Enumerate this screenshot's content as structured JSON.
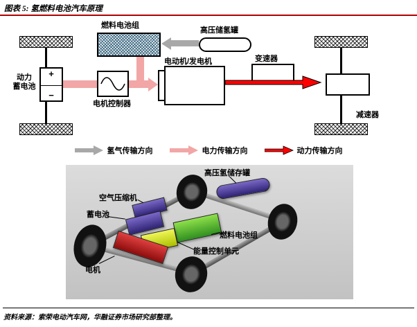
{
  "figure": {
    "title": "图表 5: 氢燃料电池汽车原理",
    "source": "资料来源：索荣电动汽车网，华融证券市场研究部整理。"
  },
  "schematic": {
    "labels": {
      "power_battery_line1": "动力",
      "power_battery_line2": "蓄电池",
      "battery_plus": "+",
      "battery_minus": "−",
      "fuel_cell_stack": "燃料电池组",
      "hydrogen_tank": "高压储氢罐",
      "motor_controller": "电机控制器",
      "motor_generator": "电动机/发电机",
      "transmission": "变速器",
      "reducer": "减速器"
    }
  },
  "legend": {
    "items": [
      {
        "label": "氢气传输方向",
        "color": "#a8a8a8"
      },
      {
        "label": "电力传输方向",
        "color": "#f2a6a6"
      },
      {
        "label": "动力传输方向",
        "color": "#ff0000"
      }
    ]
  },
  "illustration": {
    "labels": {
      "hydrogen_tank": "高压氢储存罐",
      "air_compressor": "空气压缩机",
      "battery": "蓄电池",
      "fuel_cell_stack": "燃料电池组",
      "energy_control_unit": "能量控制单元",
      "motor": "电机"
    },
    "component_colors": {
      "hydrogen_tank": "#41338f",
      "air_compressor": "#41338f",
      "battery": "#41338f",
      "fuel_cell_stack": "#4db32a",
      "energy_control_unit": "#c2d40e",
      "motor": "#b01515"
    }
  },
  "colors": {
    "header_rule": "#b00000",
    "hydrogen_flow": "#a8a8a8",
    "electric_flow": "#f2a6a6",
    "drive_flow": "#ff0000"
  }
}
